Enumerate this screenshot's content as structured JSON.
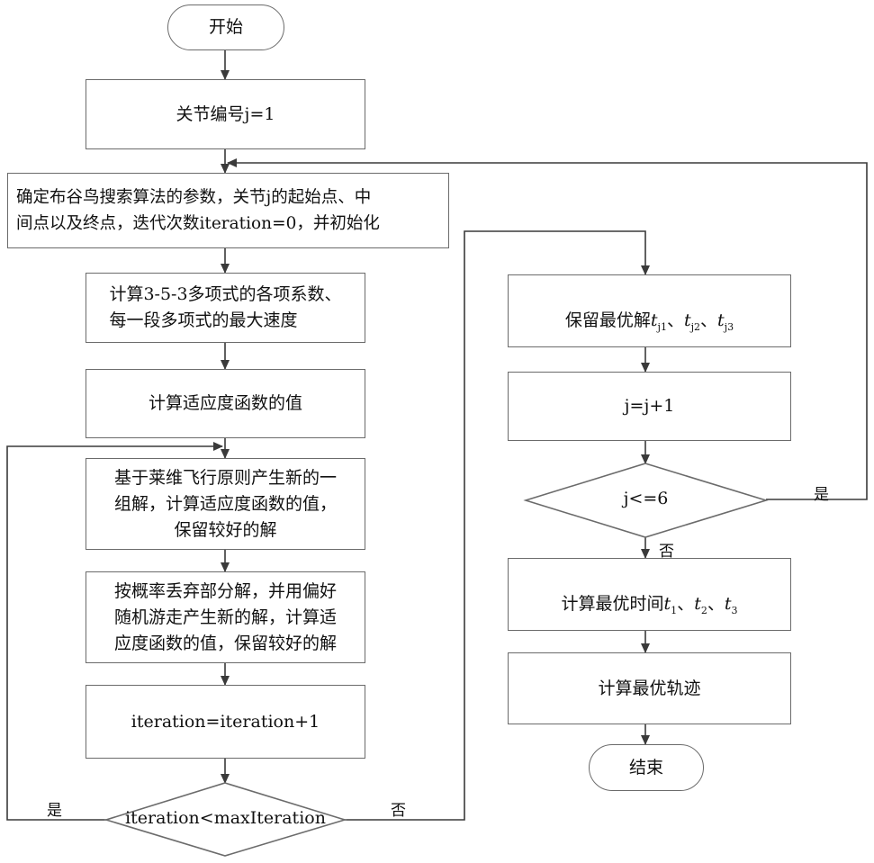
{
  "nodes": {
    "start": "开始",
    "joint_init": "关节编号j=1",
    "set_params": "确定布谷鸟搜索算法的参数，关节j的起始点、中\n间点以及终点，迭代次数iteration=0，并初始化",
    "calc_coeff": "计算3-5-3多项式的各项系数、\n每一段多项式的最大速度",
    "calc_fitness": "计算适应度函数的值",
    "levy_flight": "基于莱维飞行原则产生新的一\n组解，计算适应度函数的值，\n保留较好的解",
    "discard": "按概率丢弃部分解，并用偏好\n随机游走产生新的解，计算适\n应度函数的值，保留较好的解",
    "iter_inc": "iteration=iteration+1",
    "iter_check": "iteration<maxIteration",
    "keep_best_prefix": "保留最优解",
    "keep_best_vars": [
      "t",
      "j1",
      "t",
      "j2",
      "t",
      "j3"
    ],
    "joint_inc": "j=j+1",
    "joint_check": "j<=6",
    "calc_opt_time_prefix": "计算最优时间",
    "calc_opt_time_vars": [
      "t",
      "1",
      "t",
      "2",
      "t",
      "3"
    ],
    "calc_opt_traj": "计算最优轨迹",
    "end": "结束"
  },
  "separator": "、",
  "edge_labels": {
    "iter_yes": "是",
    "iter_no": "否",
    "joint_yes": "是",
    "joint_no": "否"
  }
}
